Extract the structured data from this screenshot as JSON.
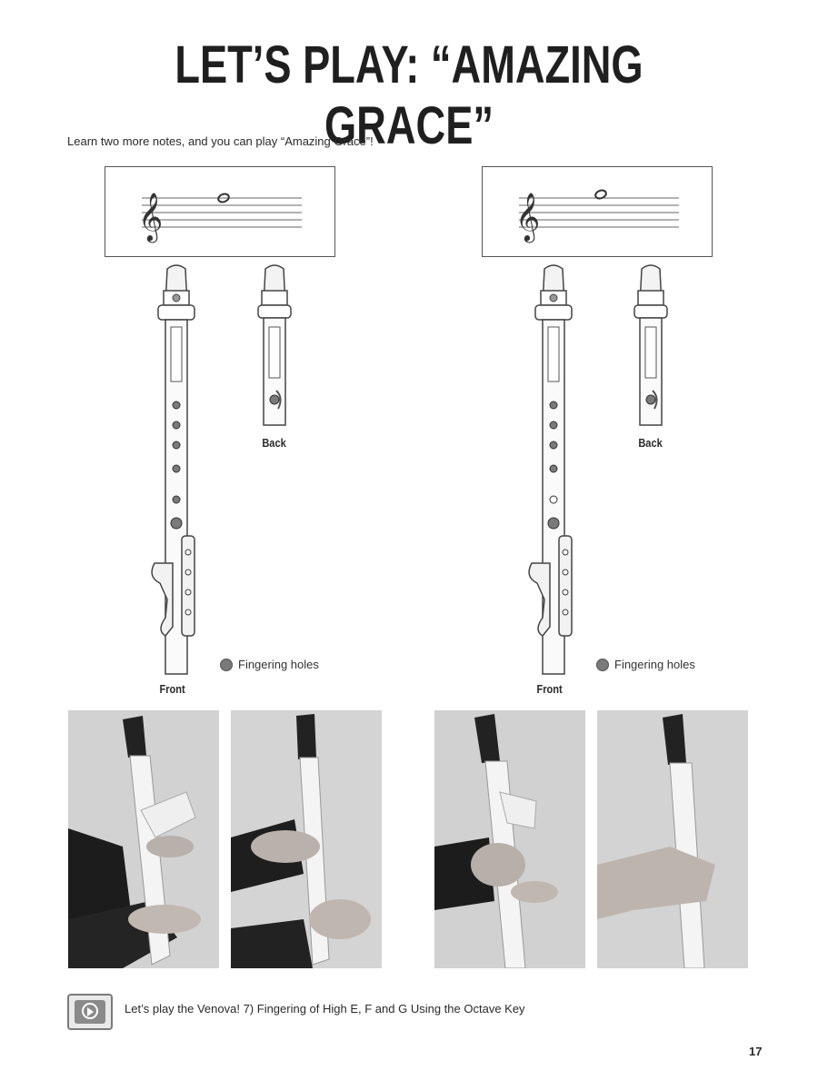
{
  "page": {
    "title": "LET’S PLAY: “AMAZING GRACE”",
    "intro": "Learn two more notes, and you can play “Amazing Grace”!",
    "page_number": "17"
  },
  "figures": [
    {
      "note": "High F",
      "front_label": "Front",
      "back_label": "Back",
      "legend_label": "Fingering holes",
      "front_holes_filled": [
        true,
        true,
        true,
        true,
        true,
        true
      ],
      "thumb_hole_filled": true
    },
    {
      "note": "High G",
      "front_holes_filled": [
        true,
        true,
        true,
        true,
        false,
        true
      ],
      "front_label": "Front",
      "back_label": "Back",
      "legend_label": "Fingering holes",
      "thumb_hole_filled": true
    }
  ],
  "photos": [
    {
      "name": "photo-fingering-1"
    },
    {
      "name": "photo-fingering-2"
    },
    {
      "name": "photo-fingering-3"
    },
    {
      "name": "photo-fingering-4"
    }
  ],
  "audio": {
    "icon": "play-icon",
    "text": "Let’s play the Venova! 7) Fingering of High E, F and G Using the Octave Key"
  },
  "colors": {
    "text": "#1a1a1a",
    "filled_hole": "#7a7a7a",
    "photo_background": "#cfcfcf"
  }
}
